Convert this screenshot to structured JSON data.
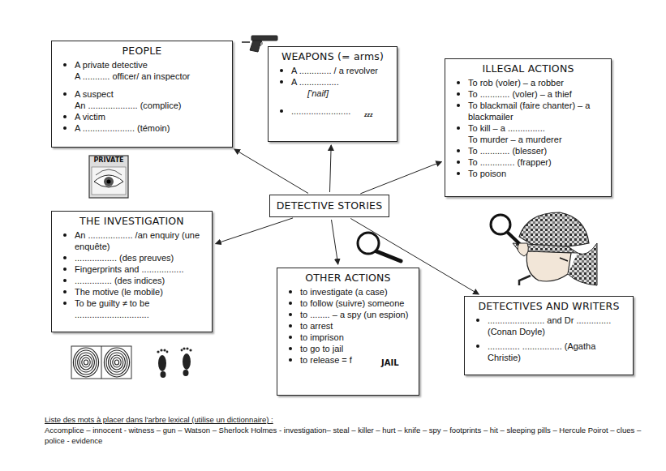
{
  "diagram": {
    "nodes": [
      {
        "text": [
          "PEOPLE",
          "A private detective",
          "A ........... officer/ an inspector",
          "A suspect",
          "An .................... (complice)",
          "A victim",
          "A ..................... (témoin)"
        ]
      },
      {
        "text": [
          "WEAPONS (= arms)",
          "A ............. / a revolver",
          "A ................",
          "['naif]",
          "........................"
        ]
      },
      {
        "text": [
          "ILLEGAL ACTIONS",
          "To rob (voler) – a robber",
          "To ............ (voler) – a thief",
          "To blackmail (faire chanter) – a blackmailer",
          "To kill – a ...............",
          "To murder – a murderer",
          "To ............ (blesser)",
          "To .............. (frapper)",
          "To poison"
        ]
      },
      {
        "text": [
          "DETECTIVE STORIES"
        ]
      },
      {
        "text": [
          "THE INVESTIGATION",
          "An .................. /an enquiry (une enquête)",
          "................. (des preuves)",
          "Fingerprints and .................",
          "............... (des indices)",
          "The motive (le mobile)",
          "To be guilty ≠ to be .............................."
        ]
      },
      {
        "text": [
          "OTHER ACTIONS",
          "to investigate (a case)",
          "to follow (suivre) someone",
          "to ........ – a spy (un espion)",
          "to arrest",
          "to imprison",
          "to go to jail",
          "to release = f"
        ]
      },
      {
        "text": [
          "DETECTIVES AND WRITERS",
          "....................... and Dr .............. (Conan Doyle)",
          "............. ................ (Agatha Christie)"
        ]
      }
    ],
    "edges": [
      {
        "from": 3,
        "to": 0,
        "arrow": "to"
      },
      {
        "from": 3,
        "to": 1,
        "arrow": "to"
      },
      {
        "from": 3,
        "to": 2,
        "arrow": "to"
      },
      {
        "from": 3,
        "to": 4,
        "arrow": "to"
      },
      {
        "from": 3,
        "to": 5,
        "arrow": "to"
      },
      {
        "from": 3,
        "to": 6,
        "arrow": "to"
      }
    ],
    "labels": [
      "PRIVATE",
      "zzz",
      "JAIL",
      "Liste des mots à placer dans l'arbre lexical (utilise un dictionnaire) :",
      "Accomplice – innocent - witness – gun – Watson – Sherlock Holmes - investigation– steal – killer – hurt – knife – spy – footprints – hit – sleeping pills – Hercule Poirot – clues – police - evidence"
    ]
  }
}
